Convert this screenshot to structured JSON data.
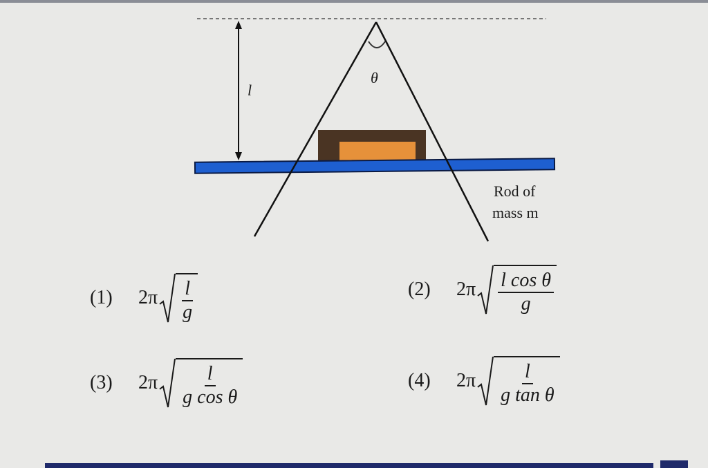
{
  "diagram": {
    "length_label": "l",
    "angle_label": "θ",
    "rod_label_line1": "Rod of",
    "rod_label_line2": "mass m",
    "colors": {
      "rod": "#1e5fd0",
      "block_outer": "#4a3423",
      "block_inner": "#e6913a",
      "line": "#111111"
    }
  },
  "options": [
    {
      "number": "(1)",
      "prefix": "2π",
      "numerator": "l",
      "denominator": "g"
    },
    {
      "number": "(2)",
      "prefix": "2π",
      "numerator": "l cos θ",
      "denominator": "g"
    },
    {
      "number": "(3)",
      "prefix": "2π",
      "numerator": "l",
      "denominator": "g cos θ"
    },
    {
      "number": "(4)",
      "prefix": "2π",
      "numerator": "l",
      "denominator": "g tan θ"
    }
  ]
}
